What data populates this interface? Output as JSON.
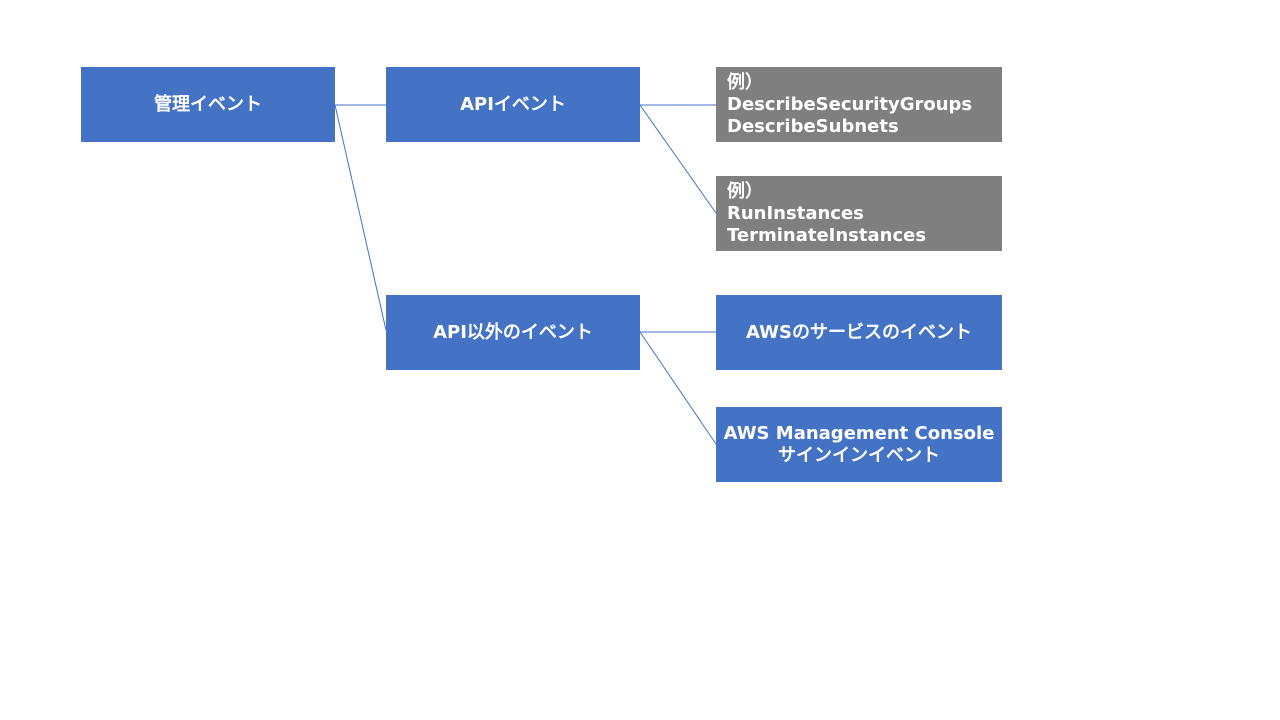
{
  "root": {
    "label": "管理イベント"
  },
  "api_events": {
    "label": "APIイベント"
  },
  "non_api_events": {
    "label": "API以外のイベント"
  },
  "example_read": {
    "prefix": "例）",
    "lines": [
      "DescribeSecurityGroups",
      "DescribeSubnets"
    ]
  },
  "example_write": {
    "prefix": "例）",
    "lines": [
      "RunInstances",
      "TerminateInstances"
    ]
  },
  "aws_service_events": {
    "label": "AWSのサービスのイベント"
  },
  "console_signin": {
    "line1": "AWS Management Console",
    "line2": "サインインイベント"
  },
  "colors": {
    "box_blue": "#4472c4",
    "box_gray": "#7f7f7f",
    "connector": "#4472c4",
    "text": "#ffffff"
  }
}
